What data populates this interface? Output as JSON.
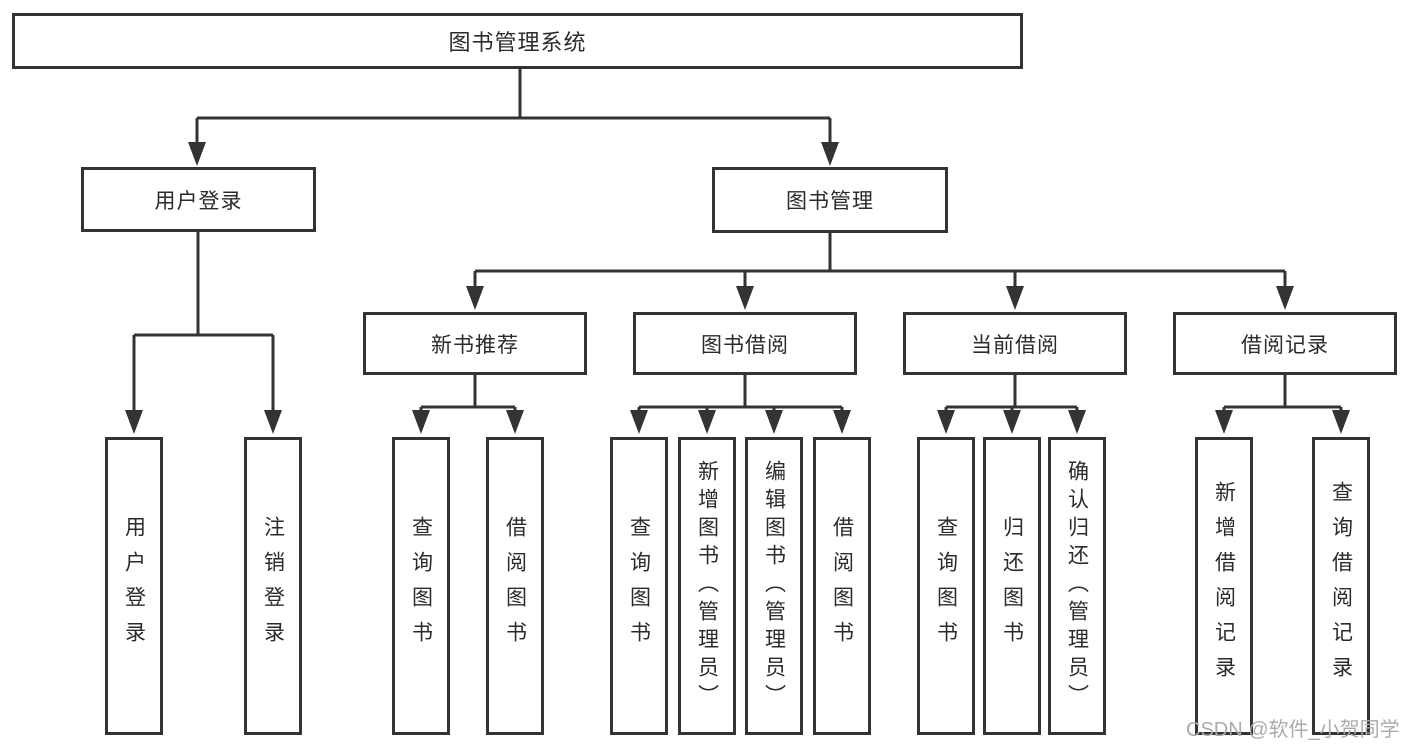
{
  "colors": {
    "line": "#333333",
    "box_border": "#333333",
    "text": "#2b2b2b",
    "watermark": "#ababab",
    "background": "#ffffff"
  },
  "tree": {
    "root": {
      "label": "图书管理系统"
    },
    "branches": [
      {
        "label": "用户登录",
        "leaves": [
          {
            "label": "用户登录"
          },
          {
            "label": "注销登录"
          }
        ]
      },
      {
        "label": "图书管理",
        "groups": [
          {
            "label": "新书推荐",
            "leaves": [
              {
                "label": "查询图书"
              },
              {
                "label": "借阅图书"
              }
            ]
          },
          {
            "label": "图书借阅",
            "leaves": [
              {
                "label": "查询图书"
              },
              {
                "label": "新增图书（管理员）"
              },
              {
                "label": "编辑图书（管理员）"
              },
              {
                "label": "借阅图书"
              }
            ]
          },
          {
            "label": "当前借阅",
            "leaves": [
              {
                "label": "查询图书"
              },
              {
                "label": "归还图书"
              },
              {
                "label": "确认归还（管理员）"
              }
            ]
          },
          {
            "label": "借阅记录",
            "leaves": [
              {
                "label": "新增借阅记录"
              },
              {
                "label": "查询借阅记录"
              }
            ]
          }
        ]
      }
    ]
  },
  "watermark": {
    "text": "CSDN @软件_小贺同学"
  }
}
